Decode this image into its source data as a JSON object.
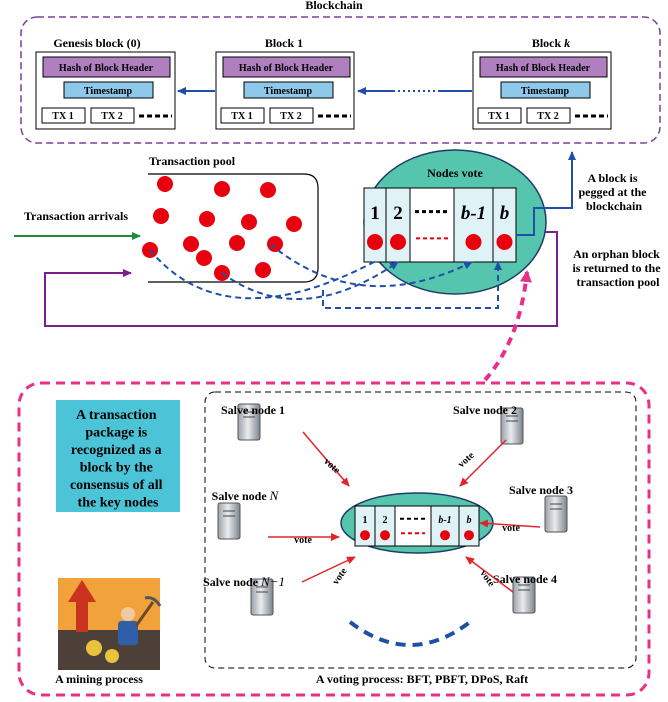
{
  "blockchain": {
    "title": "Blockchain",
    "header_label": "Hash of Block Header",
    "timestamp_label": "Timestamp",
    "tx1": "TX 1",
    "tx2": "TX 2",
    "blocks": [
      {
        "label": "Genesis block (0)"
      },
      {
        "label": "Block 1"
      },
      {
        "label": "Block ",
        "index": "k"
      }
    ]
  },
  "pool": {
    "title": "Transaction pool",
    "arrivals": "Transaction arrivals"
  },
  "vote": {
    "title": "Nodes vote",
    "cells": [
      "1",
      "2",
      "---",
      "b-1",
      "b"
    ]
  },
  "pegged": [
    "A block is",
    "pegged at the",
    "blockchain"
  ],
  "orphan": [
    "An orphan block",
    "is returned to the",
    "transaction pool"
  ],
  "consensus": {
    "package_lines": [
      "A transaction",
      "package is",
      "recognized as a",
      "block by the",
      "consensus of all",
      "the key nodes"
    ],
    "mining_caption": "A mining process",
    "voting_caption": "A voting process: BFT, PBFT, DPoS, Raft",
    "vote_word": "vote",
    "nodes": [
      {
        "name": "Salve node 1"
      },
      {
        "name": "Salve node 2"
      },
      {
        "name": "Salve node ",
        "suffix": "N"
      },
      {
        "name": "Salve node 3"
      },
      {
        "name": "Salve node ",
        "suffix": "N−1"
      },
      {
        "name": "Salve node 4"
      }
    ]
  },
  "colors": {
    "purple_frame": "#7b3f98",
    "header_fill": "#b07fc0",
    "timestamp_fill": "#8ec9e9",
    "token_red": "#e8000e",
    "ellipse_fill": "#55c5ad",
    "blue_arrow": "#1f4fa8",
    "green_arrow": "#1e8b3a",
    "magenta_dash": "#e8308a",
    "package_fill": "#4cc4d8",
    "vote_arrow": "#e0242a"
  }
}
